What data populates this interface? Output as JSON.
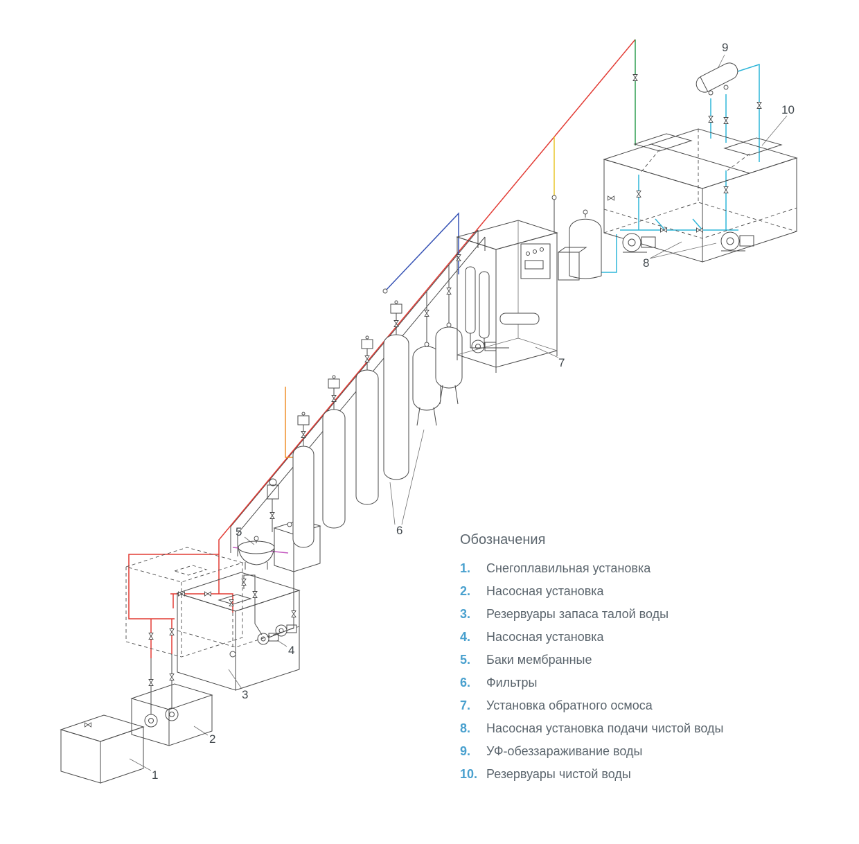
{
  "diagram": {
    "callouts": [
      "1",
      "2",
      "3",
      "4",
      "5",
      "6",
      "7",
      "8",
      "9",
      "10"
    ],
    "colors": {
      "red": "#e23b34",
      "green": "#2f9e50",
      "cyan": "#2db5d8",
      "yellow": "#e9c62a",
      "orange": "#ef8f2a",
      "blue": "#3753b5",
      "magenta": "#c45ac0",
      "line": "#4a4a4a"
    }
  },
  "legend": {
    "title": "Обозначения",
    "accent_color": "#49a0ce",
    "text_color": "#5b656d",
    "items": [
      {
        "num": "1.",
        "label": "Снегоплавильная установка"
      },
      {
        "num": "2.",
        "label": "Насосная установка"
      },
      {
        "num": "3.",
        "label": "Резервуары запаса талой воды"
      },
      {
        "num": "4.",
        "label": "Насосная установка"
      },
      {
        "num": "5.",
        "label": "Баки мембранные"
      },
      {
        "num": "6.",
        "label": "Фильтры"
      },
      {
        "num": "7.",
        "label": "Установка обратного осмоса"
      },
      {
        "num": "8.",
        "label": "Насосная установка подачи чистой воды"
      },
      {
        "num": "9.",
        "label": "УФ-обеззараживание воды"
      },
      {
        "num": "10.",
        "label": "Резервуары чистой воды"
      }
    ]
  }
}
